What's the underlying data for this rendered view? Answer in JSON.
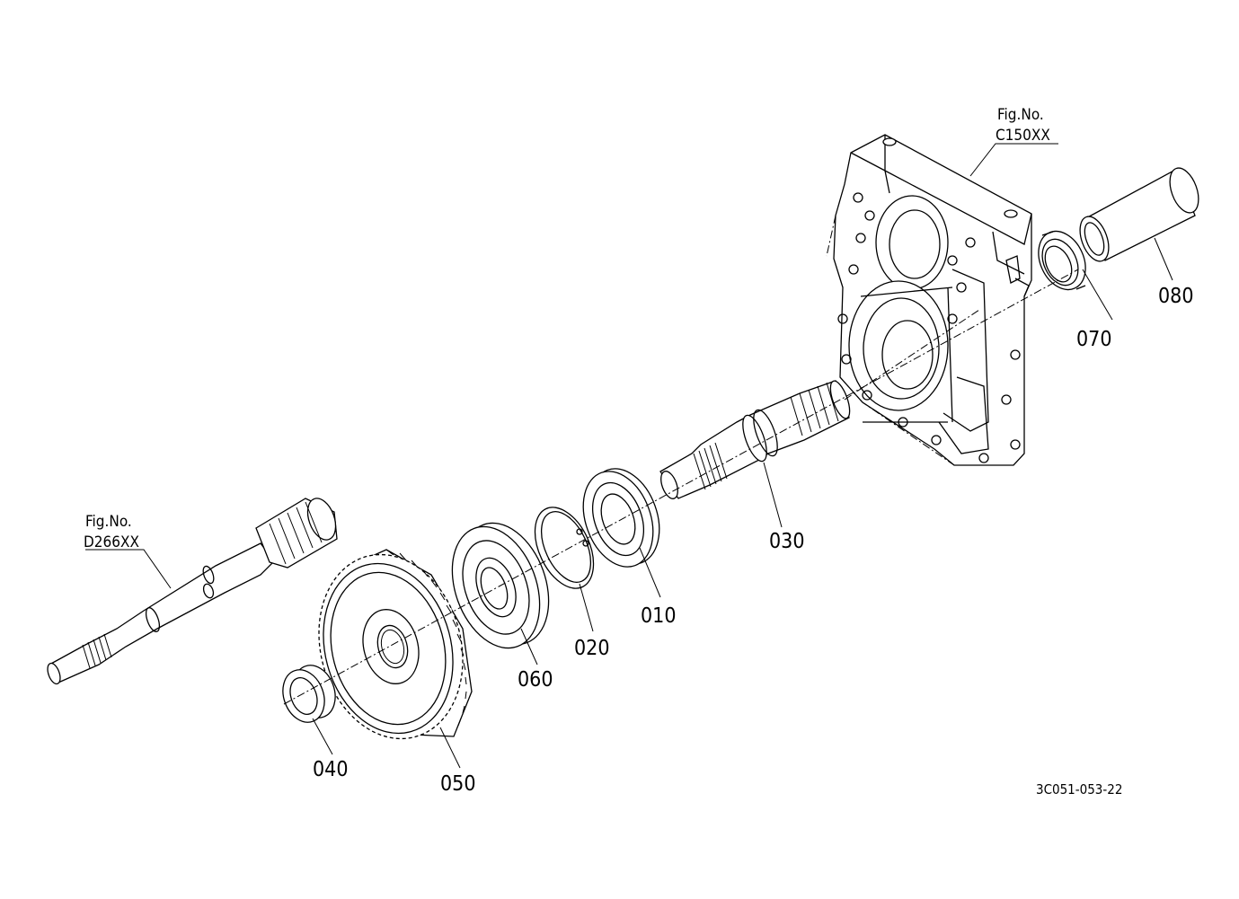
{
  "diagram": {
    "fig_refs": [
      {
        "id": "housing",
        "line1": "Fig.No.",
        "line2": "C150XX"
      },
      {
        "id": "shaft",
        "line1": "Fig.No.",
        "line2": "D266XX"
      }
    ],
    "parts": [
      {
        "id": "010",
        "label": "010"
      },
      {
        "id": "020",
        "label": "020"
      },
      {
        "id": "030",
        "label": "030"
      },
      {
        "id": "040",
        "label": "040"
      },
      {
        "id": "050",
        "label": "050"
      },
      {
        "id": "060",
        "label": "060"
      },
      {
        "id": "070",
        "label": "070"
      },
      {
        "id": "080",
        "label": "080"
      }
    ],
    "document_id": "3C051-053-22"
  }
}
